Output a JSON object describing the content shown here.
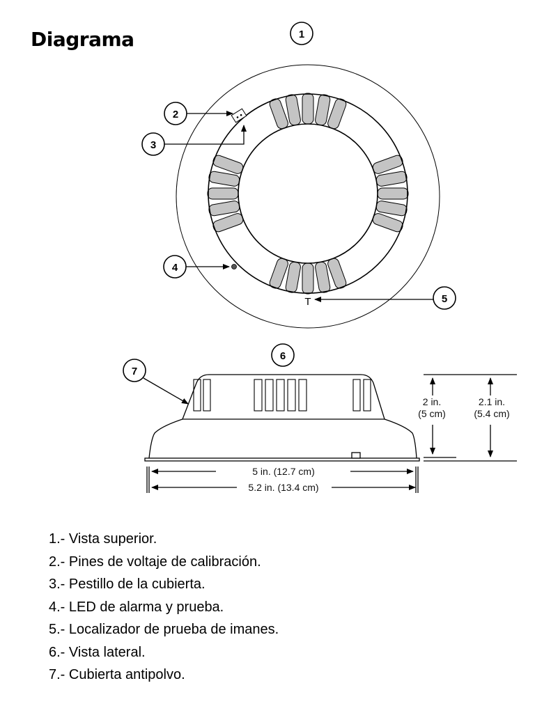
{
  "title": "Diagrama",
  "callouts": [
    "1",
    "2",
    "3",
    "4",
    "5",
    "6",
    "7"
  ],
  "dimensions": {
    "height_a_in": "2 in.",
    "height_a_cm": "(5 cm)",
    "height_b_in": "2.1 in.",
    "height_b_cm": "(5.4 cm)",
    "width_a": "5 in. (12.7 cm)",
    "width_b": "5.2 in. (13.4 cm)"
  },
  "legend": [
    "1.- Vista superior.",
    "2.- Pines de voltaje de calibración.",
    "3.- Pestillo de la cubierta.",
    "4.- LED de alarma y prueba.",
    "5.- Localizador de prueba de imanes.",
    "6.- Vista lateral.",
    "7.- Cubierta antipolvo."
  ],
  "colors": {
    "tab_fill": "#c4c4c4",
    "line": "#000000"
  }
}
